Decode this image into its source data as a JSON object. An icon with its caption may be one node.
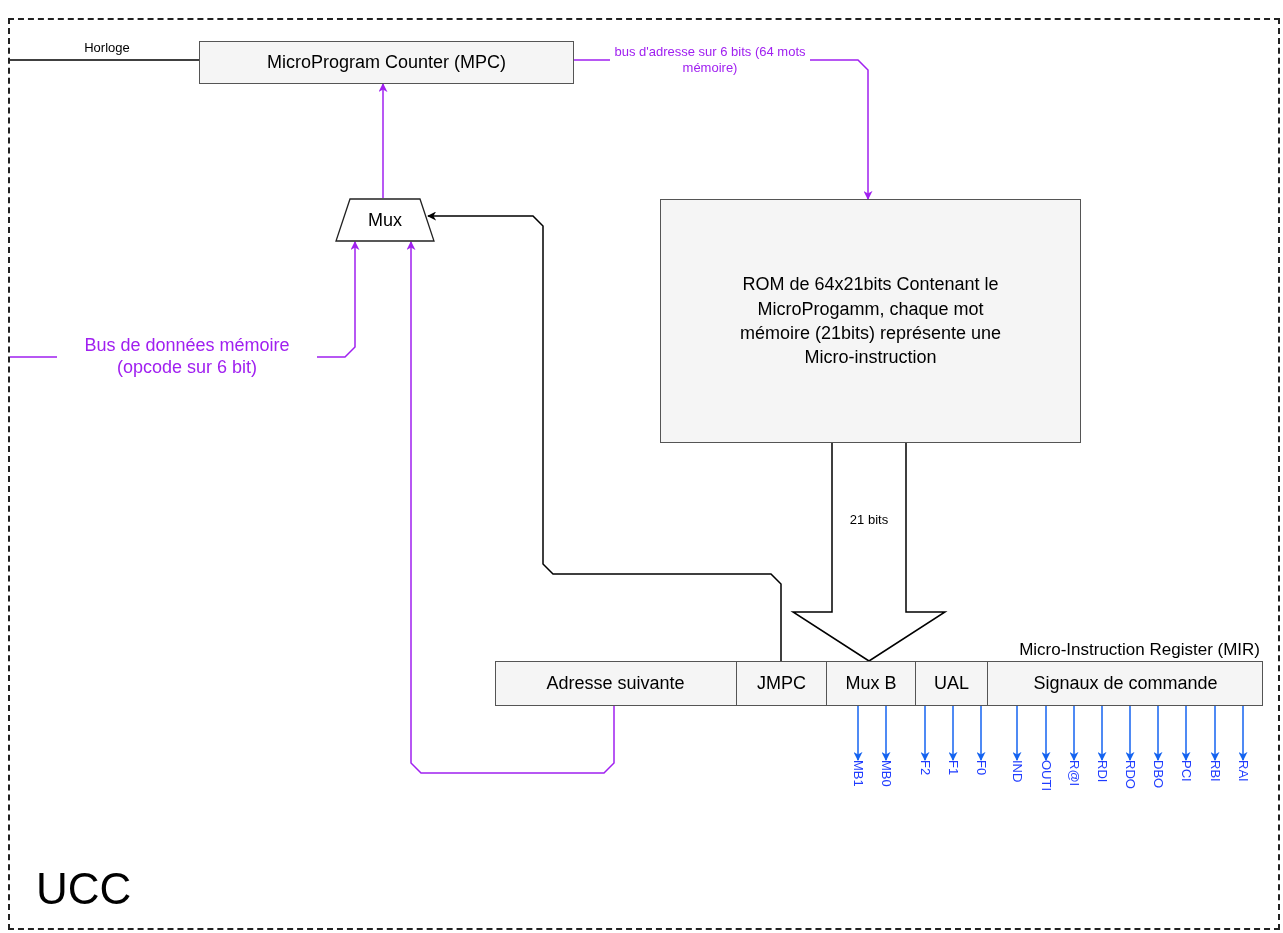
{
  "diagram": {
    "nodes": [
      {
        "text": [
          "UCC"
        ]
      },
      {
        "text": [
          "MicroProgram Counter (MPC)"
        ],
        "in": 0
      },
      {
        "text": [
          "Mux"
        ],
        "in": 0
      },
      {
        "text": [
          "ROM de 64x21bits Contenant le MicroProgamm, chaque mot mémoire (21bits) représente une Micro-instruction"
        ],
        "in": 0
      },
      {
        "text": [
          "Micro-Instruction Register (MIR)"
        ],
        "in": 0
      },
      {
        "text": [
          "Adresse suivante"
        ],
        "in": 4
      },
      {
        "text": [
          "JMPC"
        ],
        "in": 4
      },
      {
        "text": [
          "Mux B"
        ],
        "in": 4
      },
      {
        "text": [
          "UAL"
        ],
        "in": 4
      },
      {
        "text": [
          "Signaux de commande"
        ],
        "in": 4
      },
      {
        "text": [
          "MB1"
        ],
        "in": 0
      },
      {
        "text": [
          "MB0"
        ],
        "in": 0
      },
      {
        "text": [
          "F2"
        ],
        "in": 0
      },
      {
        "text": [
          "F1"
        ],
        "in": 0
      },
      {
        "text": [
          "F0"
        ],
        "in": 0
      },
      {
        "text": [
          "IND"
        ],
        "in": 0
      },
      {
        "text": [
          "OUTI"
        ],
        "in": 0
      },
      {
        "text": [
          "R@I"
        ],
        "in": 0
      },
      {
        "text": [
          "RDI"
        ],
        "in": 0
      },
      {
        "text": [
          "RDO"
        ],
        "in": 0
      },
      {
        "text": [
          "DBO"
        ],
        "in": 0
      },
      {
        "text": [
          "PCI"
        ],
        "in": 0
      },
      {
        "text": [
          "RBI"
        ],
        "in": 0
      },
      {
        "text": [
          "RAI"
        ],
        "in": 0
      }
    ],
    "edges": [
      {
        "from": null,
        "to": 1,
        "arrow": "none",
        "label": "Horloge",
        "color": "#000000"
      },
      {
        "from": 2,
        "to": 1,
        "arrow": "to",
        "color": "#a020f0"
      },
      {
        "from": 1,
        "to": 3,
        "arrow": "to",
        "label": "bus d'adresse sur 6 bits (64 mots mémoire)",
        "color": "#a020f0"
      },
      {
        "from": null,
        "to": 2,
        "arrow": "to",
        "label": "Bus de données mémoire (opcode sur 6 bit)",
        "color": "#a020f0"
      },
      {
        "from": 5,
        "to": 2,
        "arrow": "to",
        "color": "#a020f0"
      },
      {
        "from": 6,
        "to": 2,
        "arrow": "to",
        "color": "#000000"
      },
      {
        "from": 3,
        "to": 7,
        "arrow": "to",
        "label": "21 bits",
        "style": "thick",
        "color": "#000000"
      },
      {
        "from": 7,
        "to": 10,
        "arrow": "to"
      },
      {
        "from": 7,
        "to": 11,
        "arrow": "to"
      },
      {
        "from": 8,
        "to": 12,
        "arrow": "to"
      },
      {
        "from": 8,
        "to": 13,
        "arrow": "to"
      },
      {
        "from": 8,
        "to": 14,
        "arrow": "to"
      },
      {
        "from": 9,
        "to": 15,
        "arrow": "to"
      },
      {
        "from": 9,
        "to": 16,
        "arrow": "to"
      },
      {
        "from": 9,
        "to": 17,
        "arrow": "to"
      },
      {
        "from": 9,
        "to": 18,
        "arrow": "to"
      },
      {
        "from": 9,
        "to": 19,
        "arrow": "to"
      },
      {
        "from": 9,
        "to": 20,
        "arrow": "to"
      },
      {
        "from": 9,
        "to": 21,
        "arrow": "to"
      },
      {
        "from": 9,
        "to": 22,
        "arrow": "to"
      },
      {
        "from": 9,
        "to": 23,
        "arrow": "to"
      }
    ]
  }
}
